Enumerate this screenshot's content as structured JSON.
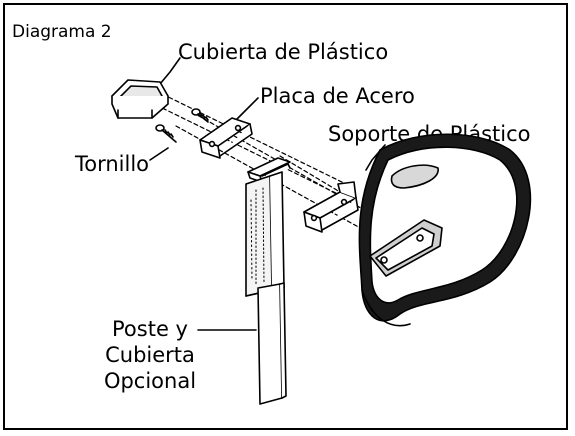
{
  "diagram": {
    "title": "Diagrama 2",
    "labels": {
      "cubierta_plastico": "Cubierta de Plástico",
      "placa_acero": "Placa de Acero",
      "soporte_plastico": "Soporte de Plástico",
      "tornillo": "Tornillo",
      "poste_line1": "Poste y",
      "poste_line2": "Cubierta",
      "poste_line3": "Opcional"
    }
  }
}
